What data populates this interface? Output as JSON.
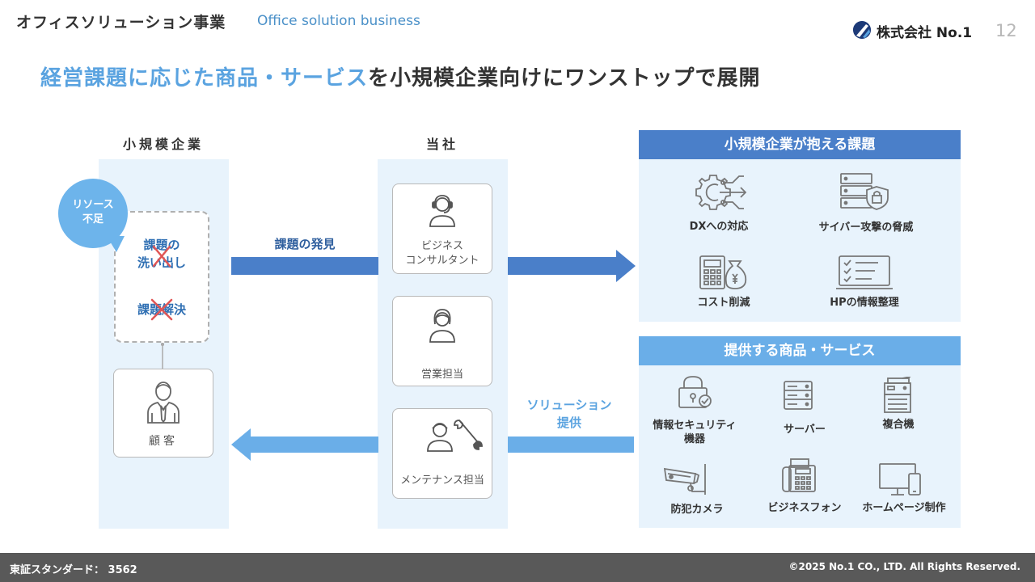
{
  "header": {
    "section_title": "オフィスソリューション事業",
    "section_subtitle": "Office solution business",
    "company": "株式会社 No.1",
    "page_number": "12"
  },
  "headline": {
    "highlight": "経営課題に応じた商品・サービス",
    "rest": "を小規模企業向けにワンストップで展開"
  },
  "left_column": {
    "label": "小規模企業",
    "bubble_line1": "リソース",
    "bubble_line2": "不足",
    "task1_line1": "課題の",
    "task1_line2": "洗い出し",
    "task2": "課題解決",
    "customer_label": "顧客"
  },
  "middle_column": {
    "label": "当社",
    "card1_line1": "ビジネス",
    "card1_line2": "コンサルタント",
    "card2": "営業担当",
    "card3": "メンテナンス担当"
  },
  "arrows": {
    "top_label": "課題の発見",
    "bottom_line1": "ソリューション",
    "bottom_line2": "提供"
  },
  "issues": {
    "title": "小規模企業が抱える課題",
    "items": [
      "DXへの対応",
      "サイバー攻撃の脅威",
      "コスト削減",
      "HPの情報整理"
    ]
  },
  "services": {
    "title": "提供する商品・サービス",
    "item1_line1": "情報セキュリティ",
    "item1_line2": "機器",
    "items": [
      "サーバー",
      "複合機",
      "防犯カメラ",
      "ビジネスフォン",
      "ホームページ制作"
    ]
  },
  "footer": {
    "left": "東証スタンダード： 3562",
    "right": "©2025 No.1 CO., LTD. All Rights Reserved."
  },
  "colors": {
    "accent": "#5aa3e0",
    "dark_blue": "#4a7fc9",
    "light_blue": "#6aaee8",
    "panel_bg": "#e8f3fc",
    "footer_bg": "#595959",
    "cross": "#e05555"
  }
}
